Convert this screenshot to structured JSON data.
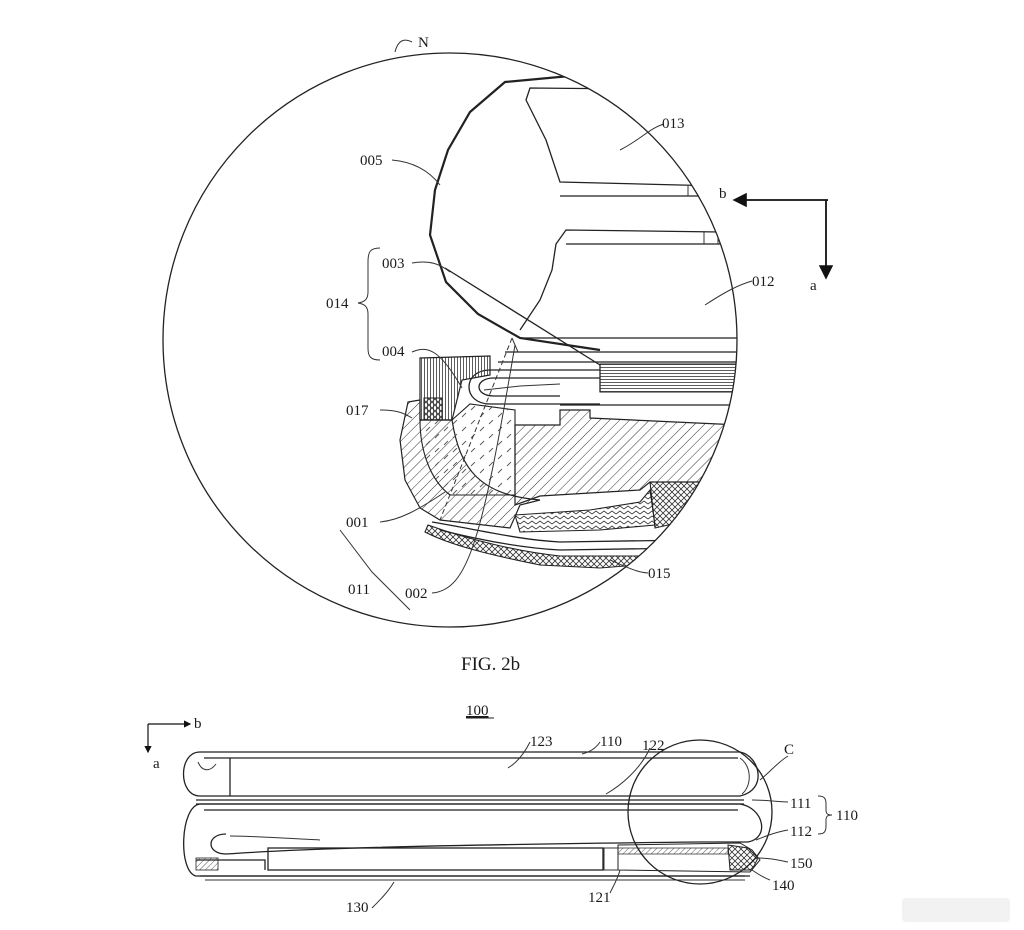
{
  "figure_top": {
    "detail_label": "N",
    "caption": "FIG. 2b",
    "axis_a": "a",
    "axis_b": "b",
    "labels": {
      "l013": "013",
      "l005": "005",
      "l003": "003",
      "l014": "014",
      "l012": "012",
      "l004": "004",
      "l017": "017",
      "l001": "001",
      "l011": "011",
      "l002": "002",
      "l015": "015"
    }
  },
  "figure_bottom": {
    "title": "100",
    "detail_label": "C",
    "axis_a": "a",
    "axis_b": "b",
    "labels": {
      "l123": "123",
      "l110_top": "110",
      "l122": "122",
      "l111": "111",
      "l110_right": "110",
      "l112": "112",
      "l150": "150",
      "l140": "140",
      "l121": "121",
      "l130": "130"
    }
  },
  "colors": {
    "line": "#222222",
    "background": "#ffffff"
  }
}
